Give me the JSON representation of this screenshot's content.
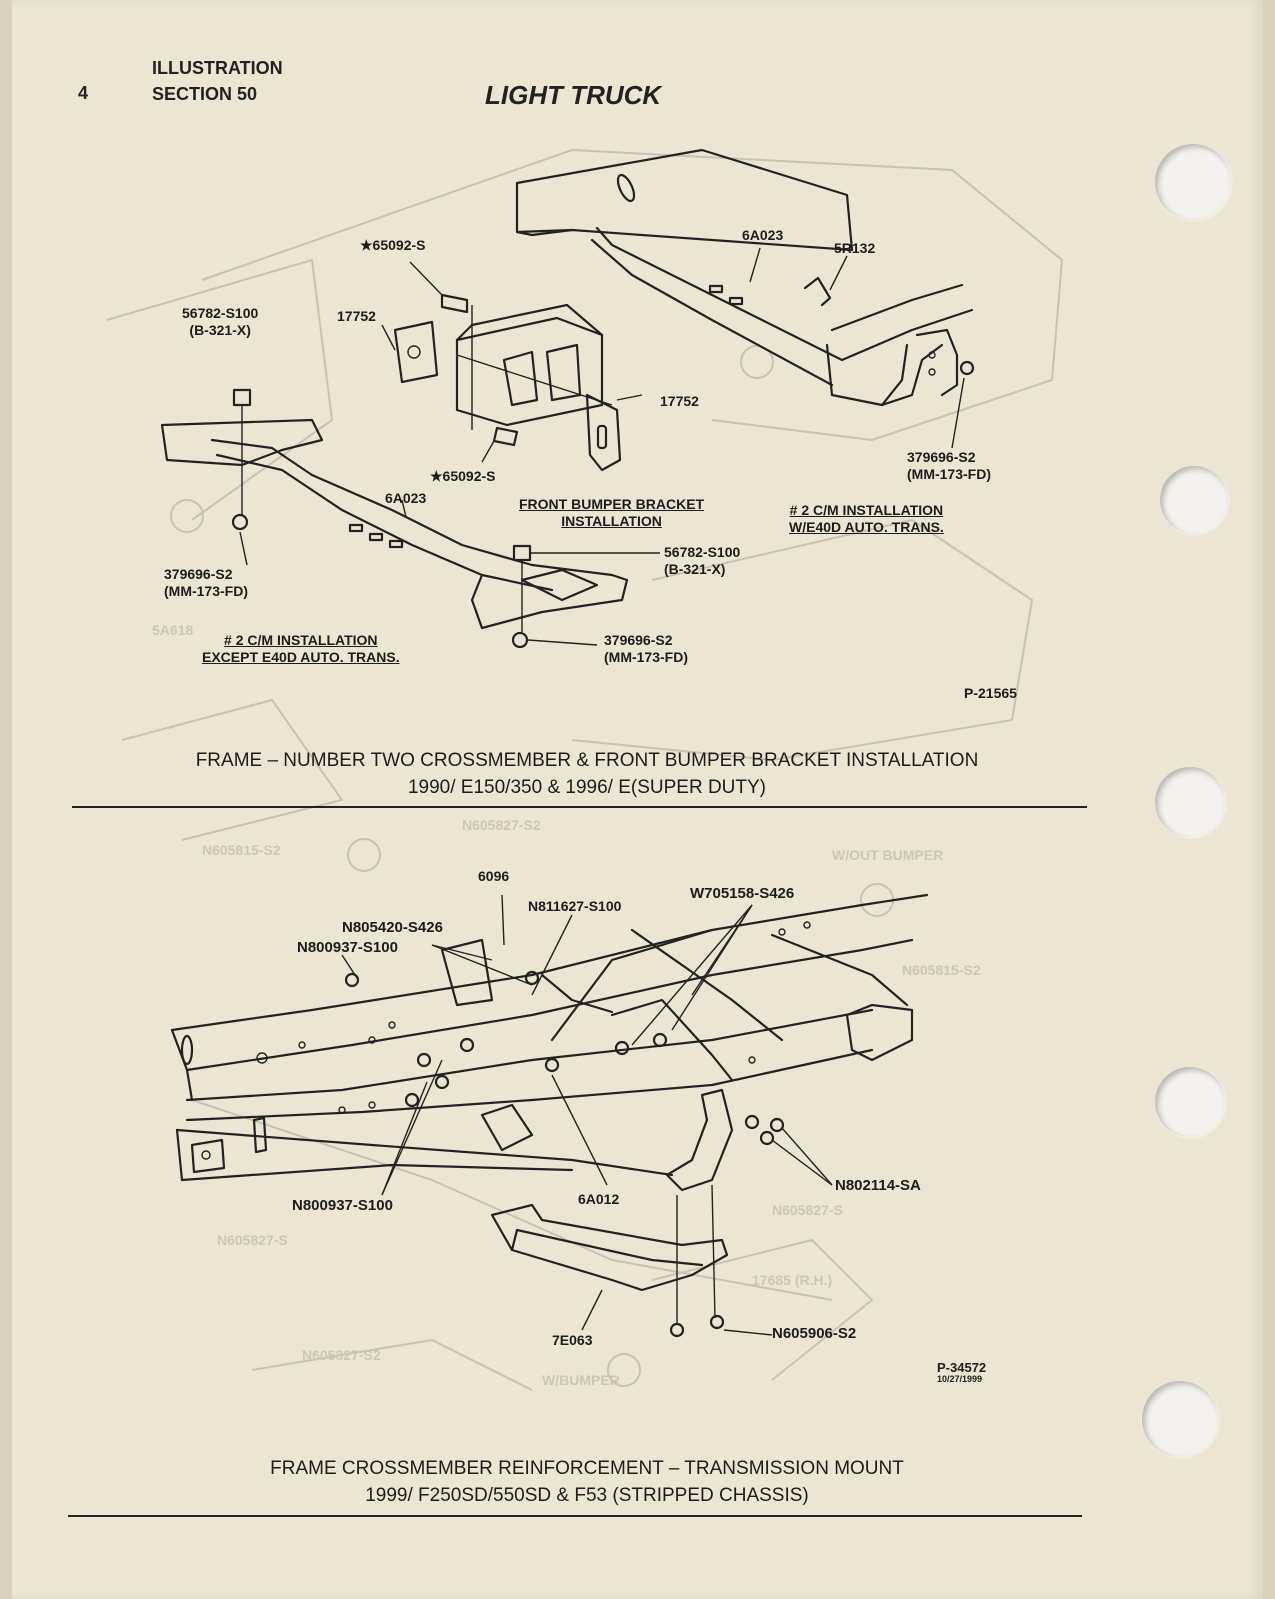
{
  "header": {
    "page_number": "4",
    "illustration_label": "ILLUSTRATION",
    "section_label": "SECTION 50",
    "title": "LIGHT TRUCK"
  },
  "figure1": {
    "labels": {
      "bolt_65092_top": "★65092-S",
      "part_6a023_top": "6A023",
      "part_5r132": "5R132",
      "bolt_56782_left": "56782-S100\n(B-321-X)",
      "bracket_17752_left": "17752",
      "bracket_17752_right": "17752",
      "nut_379696_right": "379696-S2\n(MM-173-FD)",
      "bolt_65092_bottom": "★65092-S",
      "part_6a023_bottom": "6A023",
      "front_bumper_install": "FRONT BUMPER BRACKET\nINSTALLATION",
      "cm2_e40d": "# 2 C/M INSTALLATION\nW/E40D AUTO. TRANS.",
      "nut_379696_left": "379696-S2\n(MM-173-FD)",
      "bolt_56782_right": "56782-S100\n(B-321-X)",
      "cm2_except_e40d": "# 2 C/M INSTALLATION\nEXCEPT E40D AUTO. TRANS.",
      "nut_379696_bottom": "379696-S2\n(MM-173-FD)",
      "plate_number": "P-21565"
    },
    "caption_line1": "FRAME – NUMBER TWO CROSSMEMBER & FRONT BUMPER BRACKET INSTALLATION",
    "caption_line2": "1990/ E150/350 & 1996/ E(SUPER DUTY)"
  },
  "figure2": {
    "labels": {
      "part_6096": "6096",
      "bolt_n811627": "N811627-S100",
      "bolt_w705158": "W705158-S426",
      "bolt_n805420": "N805420-S426",
      "bolt_n800937_top": "N800937-S100",
      "nut_n802114": "N802114-SA",
      "bolt_n800937_bottom": "N800937-S100",
      "part_6a012": "6A012",
      "part_7e063": "7E063",
      "bolt_n605906": "N605906-S2",
      "plate_number": "P-34572",
      "plate_date": "10/27/1999"
    },
    "caption_line1": "FRAME CROSSMEMBER REINFORCEMENT – TRANSMISSION MOUNT",
    "caption_line2": "1999/ F250SD/550SD & F53 (STRIPPED CHASSIS)"
  }
}
